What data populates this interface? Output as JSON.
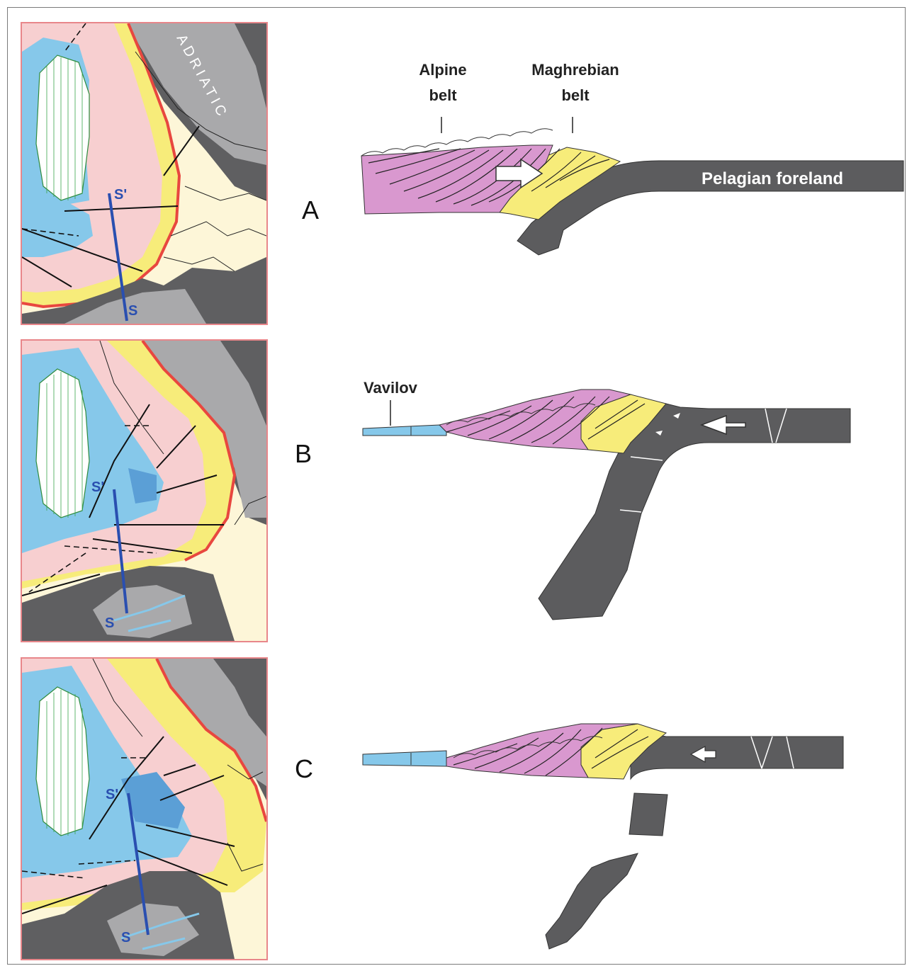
{
  "panels": [
    {
      "letter": "A"
    },
    {
      "letter": "B"
    },
    {
      "letter": "C"
    }
  ],
  "maps": {
    "adriatic_label": "ADRIATIC",
    "section_start": "S'",
    "section_end": "S"
  },
  "cross_sections": {
    "alpine_belt_line1": "Alpine",
    "alpine_belt_line2": "belt",
    "maghrebian_belt_line1": "Maghrebian",
    "maghrebian_belt_line2": "belt",
    "pelagian_foreland": "Pelagian foreland",
    "vavilov": "Vavilov"
  },
  "colors": {
    "pink_belt": "#d998cf",
    "yellow_belt": "#f7ec7a",
    "foreland_dark": "#5c5c5e",
    "basin_blue": "#86c8ea",
    "map_pink": "#f7cfd0",
    "map_cream": "#fdf6d8",
    "map_grey": "#a9a9ab",
    "map_dark": "#5f5f61",
    "thrust_red": "#e8473f",
    "section_blue": "#2a4fb0"
  }
}
